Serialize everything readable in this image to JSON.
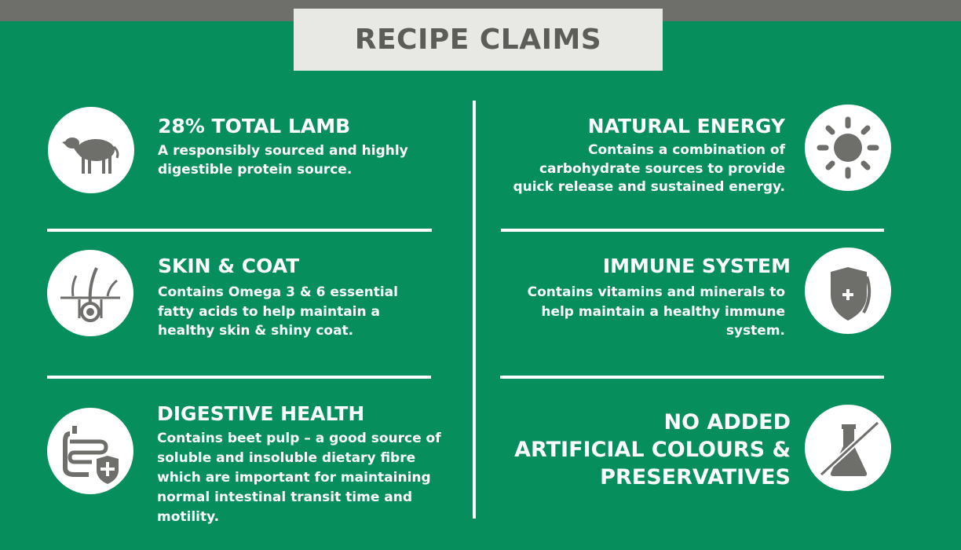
{
  "title": "RECIPE CLAIMS",
  "colors": {
    "background": "#068e5d",
    "icon_gray": "#6e6f6a",
    "title_box": "#e8e8e5",
    "title_text": "#5c5d58"
  },
  "claims": [
    {
      "title": "28% TOTAL LAMB",
      "body": "A responsibly sourced and highly\ndigestible protein source.",
      "icon": "lamb-icon"
    },
    {
      "title": "NATURAL ENERGY",
      "body": "Contains a combination of\ncarbohydrate sources to provide\nquick release and sustained energy.",
      "icon": "sun-icon"
    },
    {
      "title": "SKIN & COAT",
      "body": "Contains Omega 3 & 6 essential\nfatty acids to help maintain a\nhealthy skin & shiny coat.",
      "icon": "hair-follicle-icon"
    },
    {
      "title": "IMMUNE SYSTEM",
      "body": "Contains vitamins and minerals to\nhelp maintain a healthy immune\nsystem.",
      "icon": "shield-plus-icon"
    },
    {
      "title": "DIGESTIVE HEALTH",
      "body": "Contains beet pulp – a good source of\nsoluble and insoluble dietary fibre\nwhich are important for maintaining\nnormal intestinal transit time and\nmotility.",
      "icon": "intestine-shield-icon"
    },
    {
      "title": "NO ADDED\nARTIFICIAL COLOURS &\nPRESERVATIVES",
      "body": "",
      "icon": "flask-crossed-icon"
    }
  ]
}
